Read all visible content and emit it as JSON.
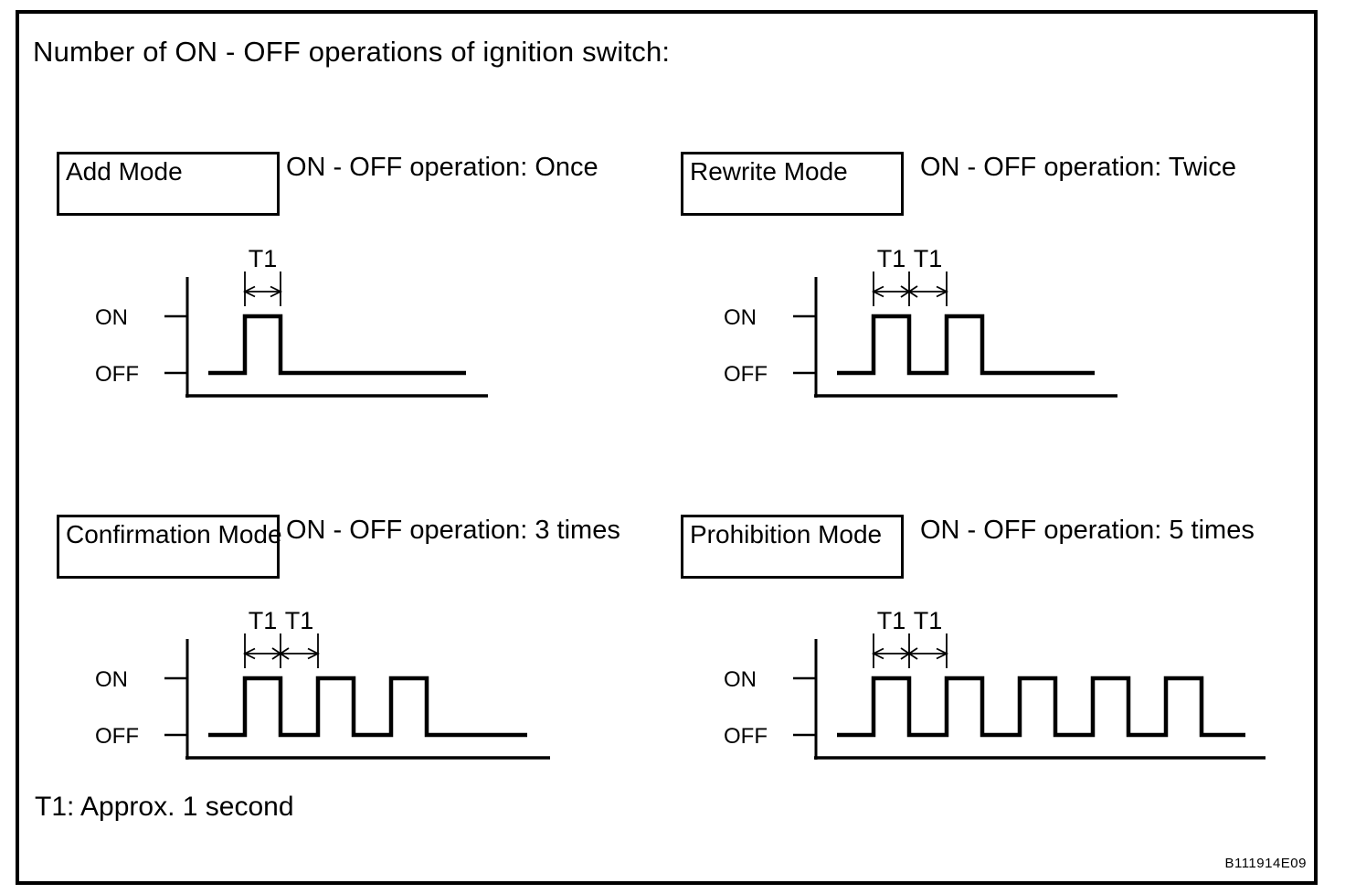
{
  "page": {
    "title": "Number of ON - OFF operations of ignition switch:",
    "footnote": "T1: Approx. 1 second",
    "figure_code": "B111914E09"
  },
  "colors": {
    "ink": "#000000",
    "paper": "#ffffff"
  },
  "waveform_labels": {
    "on": "ON",
    "off": "OFF",
    "t1": "T1"
  },
  "panels": [
    {
      "mode_label": "Add Mode",
      "operation_label": "ON - OFF operation: Once",
      "on_off_operations": 1,
      "t1_intervals_marked": 1
    },
    {
      "mode_label": "Rewrite Mode",
      "operation_label": "ON - OFF operation: Twice",
      "on_off_operations": 2,
      "t1_intervals_marked": 2
    },
    {
      "mode_label": "Confirmation Mode",
      "operation_label": "ON - OFF operation: 3 times",
      "on_off_operations": 3,
      "t1_intervals_marked": 2
    },
    {
      "mode_label": "Prohibition Mode",
      "operation_label": "ON - OFF operation: 5 times",
      "on_off_operations": 5,
      "t1_intervals_marked": 2
    }
  ]
}
